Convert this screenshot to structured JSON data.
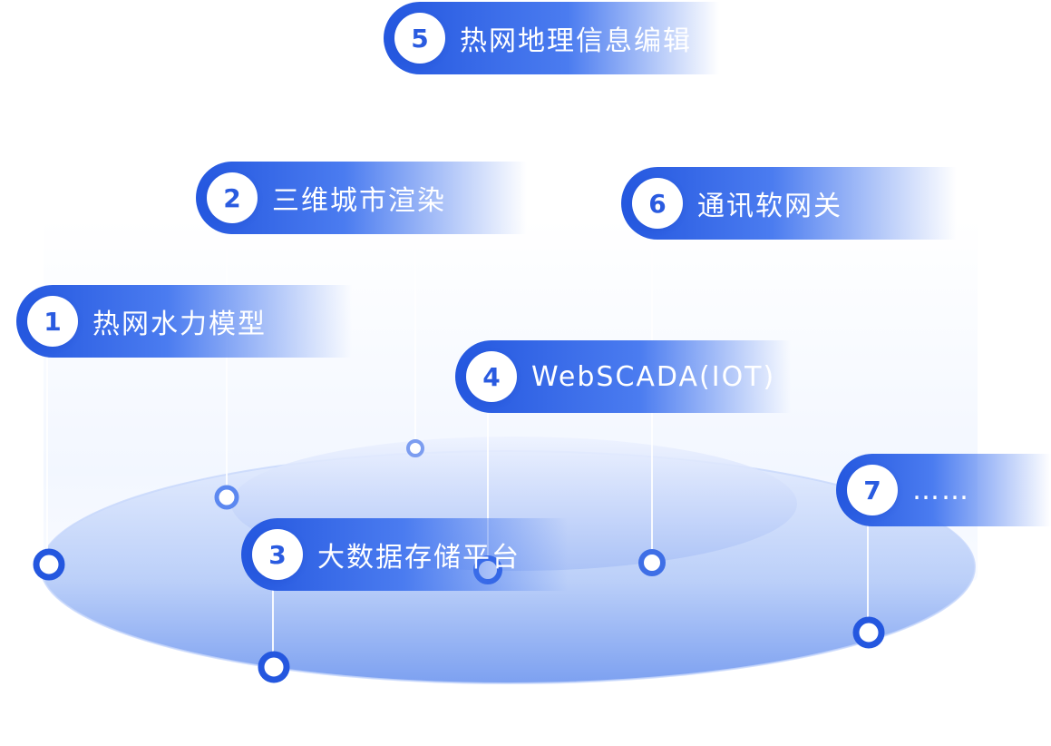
{
  "colors": {
    "primary": "#2a5be0",
    "primary_light": "#3f73f0",
    "platform_fill_top": "#dfe8fd",
    "platform_fill_bottom": "#7ea4f1",
    "node_ring": "#2a5be0"
  },
  "labels": [
    {
      "num": "1",
      "text": "热网水力模型"
    },
    {
      "num": "2",
      "text": "三维城市渲染"
    },
    {
      "num": "3",
      "text": "大数据存储平台"
    },
    {
      "num": "4",
      "text": "WebSCADA(IOT)"
    },
    {
      "num": "5",
      "text": "热网地理信息编辑"
    },
    {
      "num": "6",
      "text": "通讯软网关"
    },
    {
      "num": "7",
      "text": "……"
    }
  ]
}
